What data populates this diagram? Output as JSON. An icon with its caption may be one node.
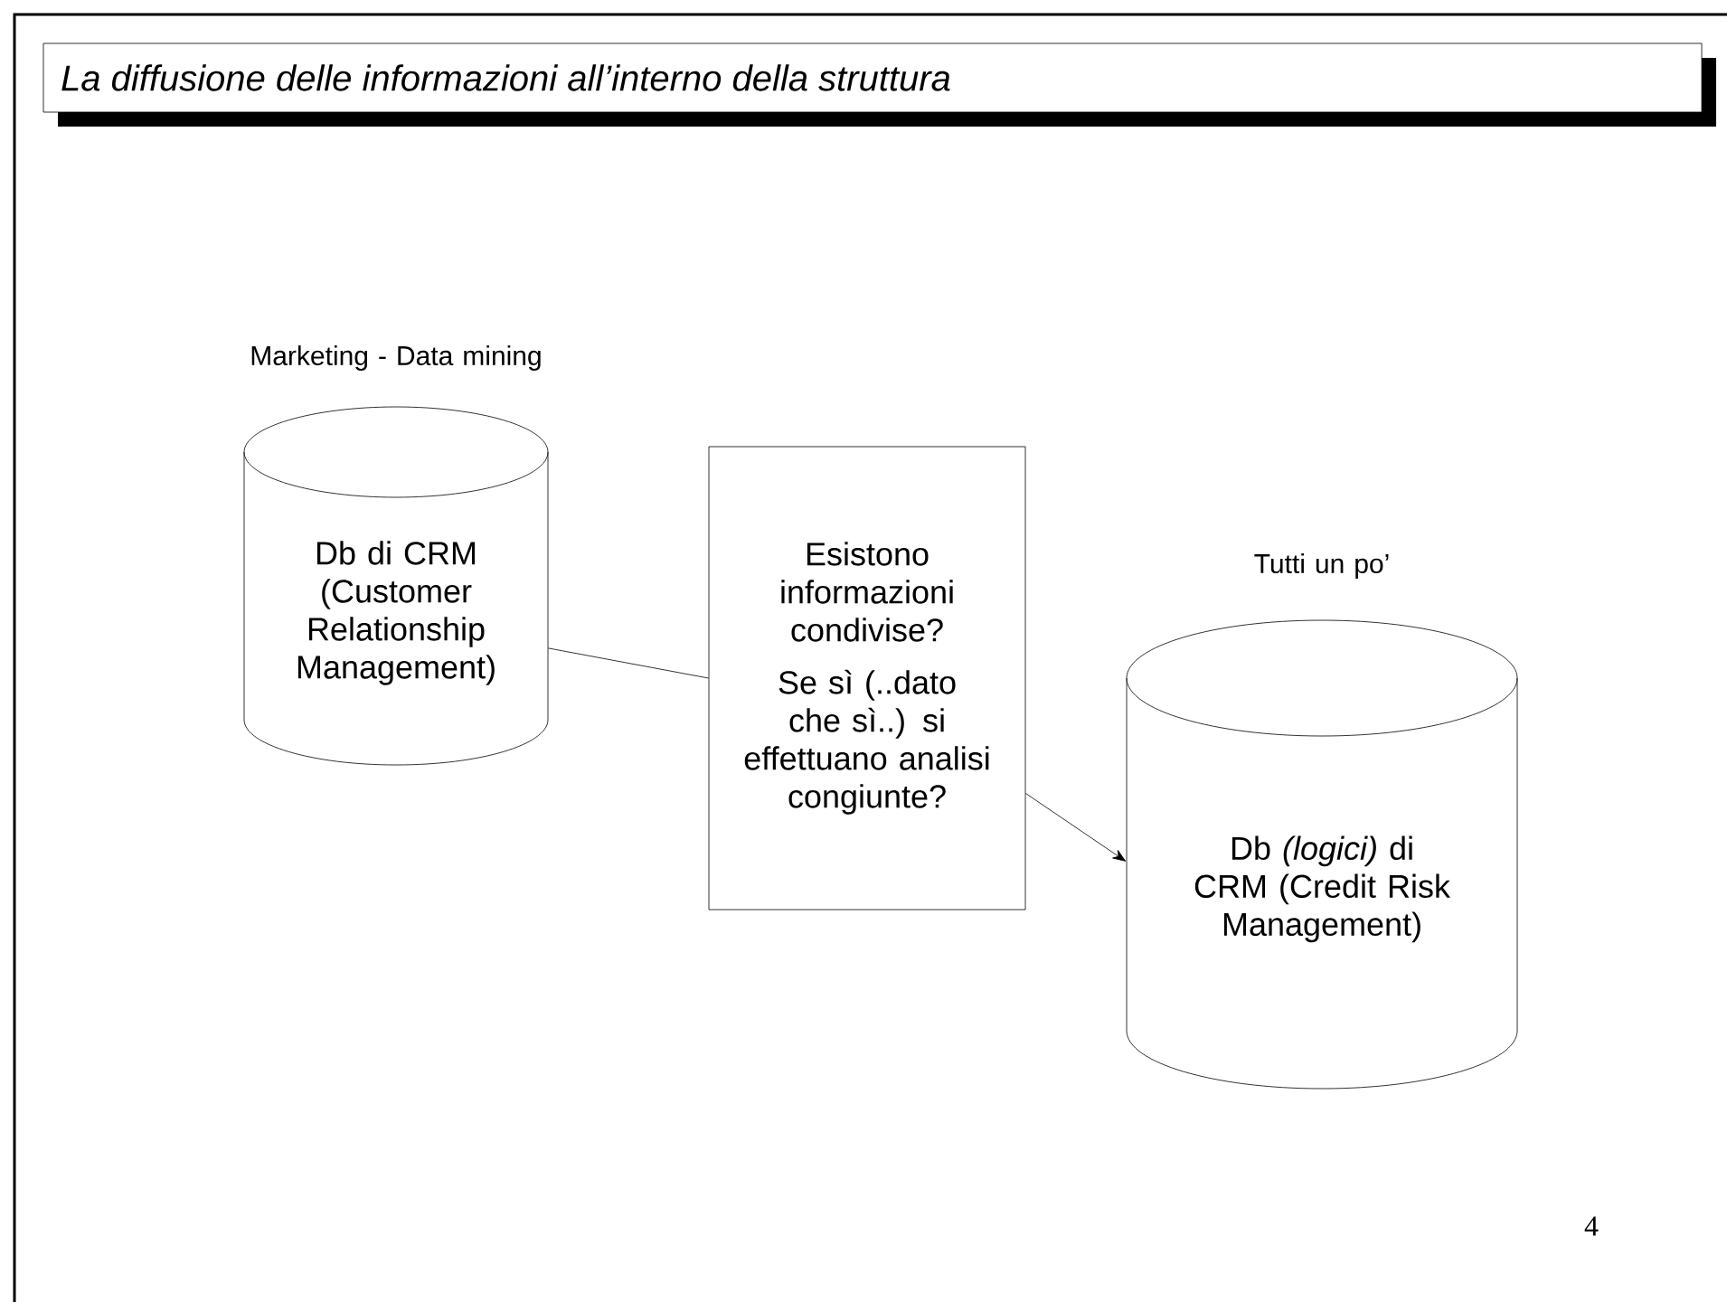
{
  "diagram": {
    "title": "La diffusione delle informazioni all’interno della struttura",
    "nodes": [
      {
        "text": [
          "Marketing - Data mining",
          "Db di CRM (Customer Relationship Management)"
        ]
      },
      {
        "text": [
          "Esistono informazioni condivise?",
          "Se sì (..dato che sì..) si effettuano analisi congiunte?"
        ]
      },
      {
        "text": [
          "Tutti un po’",
          "Db *(logici)* di CRM (Credit Risk Management)"
        ]
      }
    ],
    "edges": [
      {
        "from": 0,
        "to": 1,
        "arrow": "none"
      },
      {
        "from": 1,
        "to": 2,
        "arrow": "to"
      }
    ],
    "labels": [
      "4"
    ]
  }
}
